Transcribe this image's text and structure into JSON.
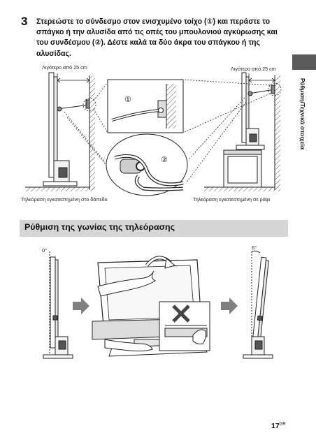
{
  "step": {
    "number": "3",
    "text": "Στερεώστε το σύνδεσμο στον ενισχυμένο τοίχο (①) και περάστε το σπάγκο ή την αλυσίδα από τις οπές του μπουλονιού αγκύρωσης και του συνδέσμου (②). Δέστε καλά τα δύο άκρα του σπάγκου ή της αλυσίδας."
  },
  "side_tab": {
    "label": "Ρύθμιση/Τεχνικά στοιχεία",
    "color": "#5a5a5a"
  },
  "figure_top": {
    "distance_left": "Λιγότερο από 25 cm",
    "distance_right": "Λιγότερο από 25 cm",
    "callout_1": "①",
    "callout_2": "②",
    "caption_left": "Τηλεόραση εγκατεστημένη στο δάπεδο",
    "caption_right": "Τηλεόραση εγκατεστημένη σε ράφι"
  },
  "section": {
    "title": "Ρύθμιση της γωνίας της τηλεόρασης",
    "bar_color": "#d6d6d6"
  },
  "figure_bottom": {
    "angle_left": "0°",
    "angle_right": "6°",
    "forbidden_icon": "x-mark",
    "arrow_color": "#808080"
  },
  "page": {
    "number": "17",
    "suffix": "GR"
  }
}
